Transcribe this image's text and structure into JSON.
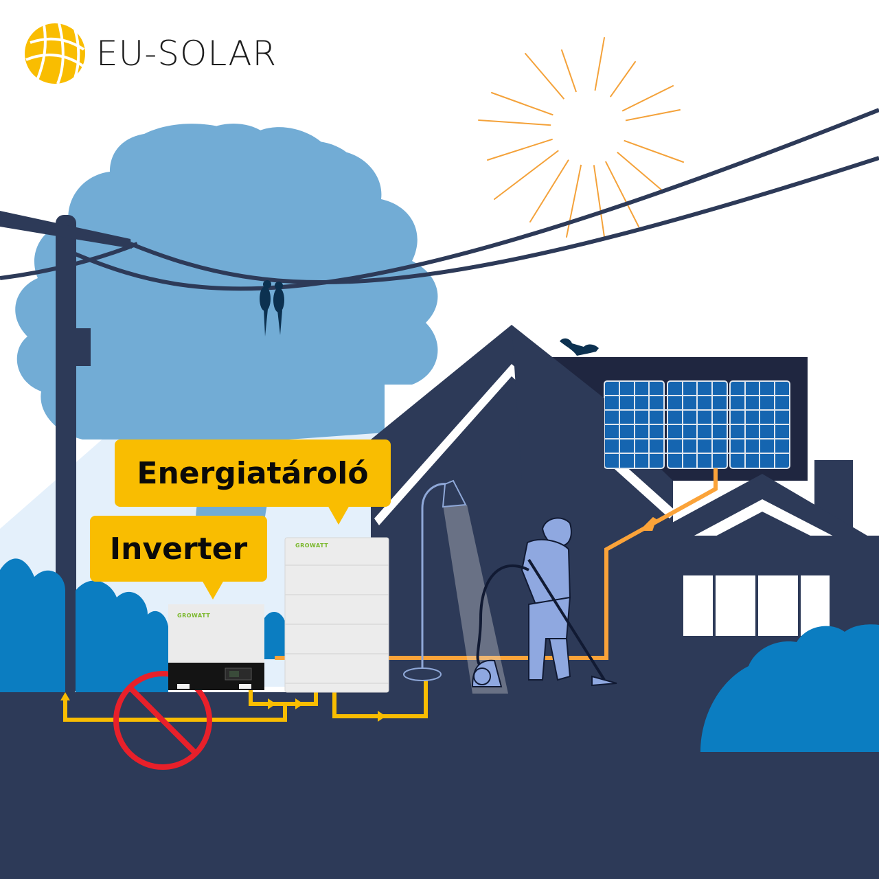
{
  "logo": {
    "text": "EU-SOLAR",
    "icon": "solar-globe-icon",
    "color": "#f9bd01"
  },
  "labels": {
    "storage": "Energiatároló",
    "inverter": "Inverter"
  },
  "devices": {
    "inverter_brand": "GROWATT",
    "battery_brand": "GROWATT"
  },
  "colors": {
    "sky": "#ffffff",
    "navy": "#2d3a58",
    "tree": "#72acd5",
    "bush": "#0b7dc1",
    "label_yellow": "#f9bd01",
    "flow_yellow": "#f9bd01",
    "flow_orange": "#fba339",
    "no_sign_red": "#e8202a",
    "sun_rays": "#f4a23a",
    "panel_blue": "#1565b0"
  },
  "icons": {
    "sun": "sun-icon",
    "no_grid": "prohibited-icon",
    "birds": "birds-icon",
    "squirrel": "squirrel-icon",
    "lamp": "floor-lamp-icon",
    "person": "person-vacuuming-icon"
  }
}
